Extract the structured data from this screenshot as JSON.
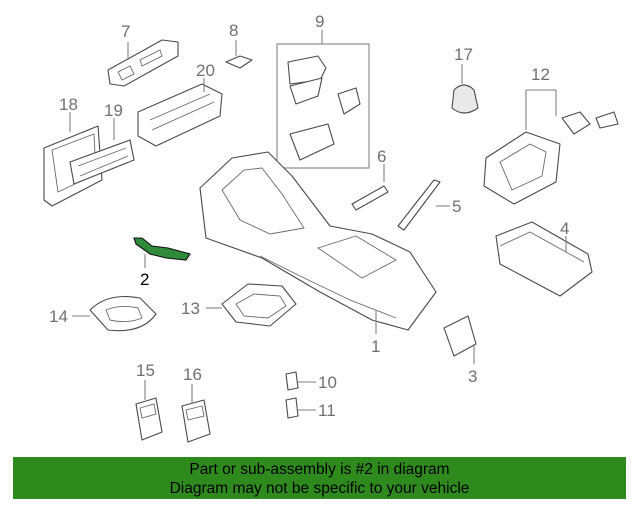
{
  "callouts": {
    "c1": "1",
    "c2": "2",
    "c3": "3",
    "c4": "4",
    "c5": "5",
    "c6": "6",
    "c7": "7",
    "c8": "8",
    "c9": "9",
    "c10": "10",
    "c11": "11",
    "c12": "12",
    "c13": "13",
    "c14": "14",
    "c15": "15",
    "c16": "16",
    "c17": "17",
    "c18": "18",
    "c19": "19",
    "c20": "20"
  },
  "highlight": {
    "part": "2",
    "color": "#2f8a1e"
  },
  "banner": {
    "line1": "Part or sub-assembly is #2 in diagram",
    "line2": "Diagram may not be specific to your vehicle",
    "color": "#2f8a1e"
  }
}
